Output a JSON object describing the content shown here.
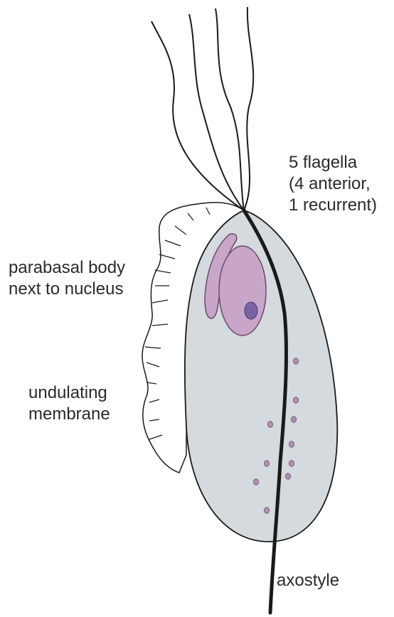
{
  "labels": {
    "flagella": [
      "5 flagella",
      "(4 anterior,",
      "1 recurrent)"
    ],
    "parabasal": [
      "parabasal body",
      "next to nucleus"
    ],
    "undulating": [
      "undulating",
      "membrane"
    ],
    "axostyle": "axostyle"
  },
  "colors": {
    "cell_body": "#d4dadd",
    "outline": "#1a1a1a",
    "nucleus": "#c9a6c9",
    "organelle_outline": "#6a4a6a",
    "nucleolus": "#7a62a8",
    "granules": "#b590b5",
    "membrane": "#ffffff",
    "text": "#2a2a2a"
  }
}
